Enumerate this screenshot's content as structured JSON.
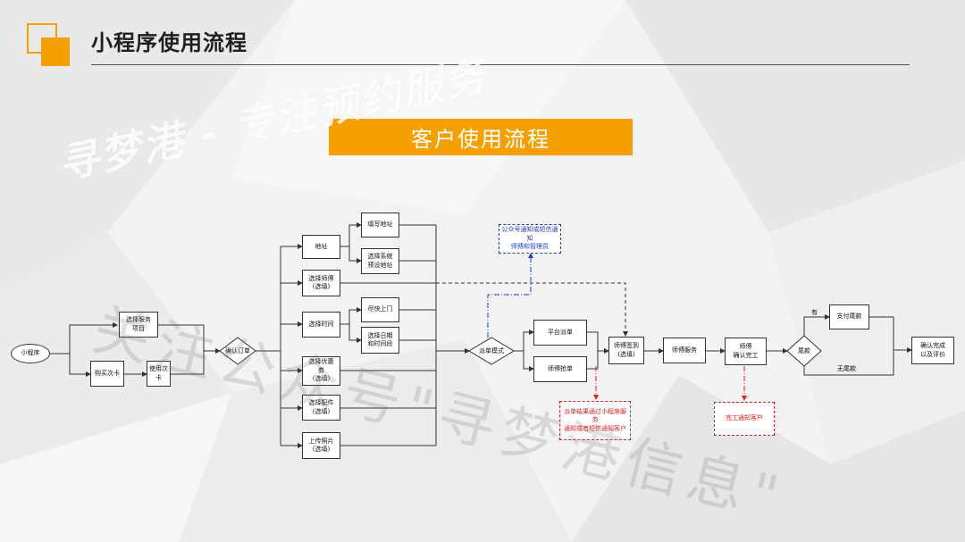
{
  "header": {
    "title": "小程序使用流程",
    "accent_color": "#f5a000"
  },
  "banner": {
    "text": "客户使用流程"
  },
  "watermarks": {
    "top": "寻梦港 - 专注预约服务",
    "bottom": "关注公众号\"寻梦港信息\""
  },
  "diagram": {
    "start": "小程序",
    "select_service": "选择服务\n项目",
    "buy_card": "购买次卡",
    "use_card": "使用次卡",
    "confirm_order": "确认订单",
    "address": "地址",
    "fill_address": "填写地址",
    "preset_address": "选择系统\n预设地址",
    "select_master": "选择师傅\n(选填)",
    "select_time": "选择时间",
    "asap": "尽快上门",
    "select_date": "选择日期\n和时间段",
    "select_coupon": "选择优惠\n券\n(选填)",
    "select_parts": "选择配件\n(选填)",
    "upload_photo": "上传照片\n(选填)",
    "dispatch_mode": "派单模式",
    "platform_dispatch": "平台派单",
    "master_grab": "师傅抢单",
    "notify_masters": "公众号通知或短信通知\n师傅和管理员",
    "master_checkin": "师傅签到\n(选填)",
    "master_service": "师傅服务",
    "master_confirm": "师傅\n确认完工",
    "balance": "尾款",
    "pay_balance": "支付尾款",
    "confirm_done": "确认完成\n以及评价",
    "has_label": "有",
    "no_balance_label": "无尾款",
    "notify_customer_dispatch": "派单结果通过小程序服务\n通知或者短信通知客户",
    "notify_customer_done": "完工通知客户"
  }
}
